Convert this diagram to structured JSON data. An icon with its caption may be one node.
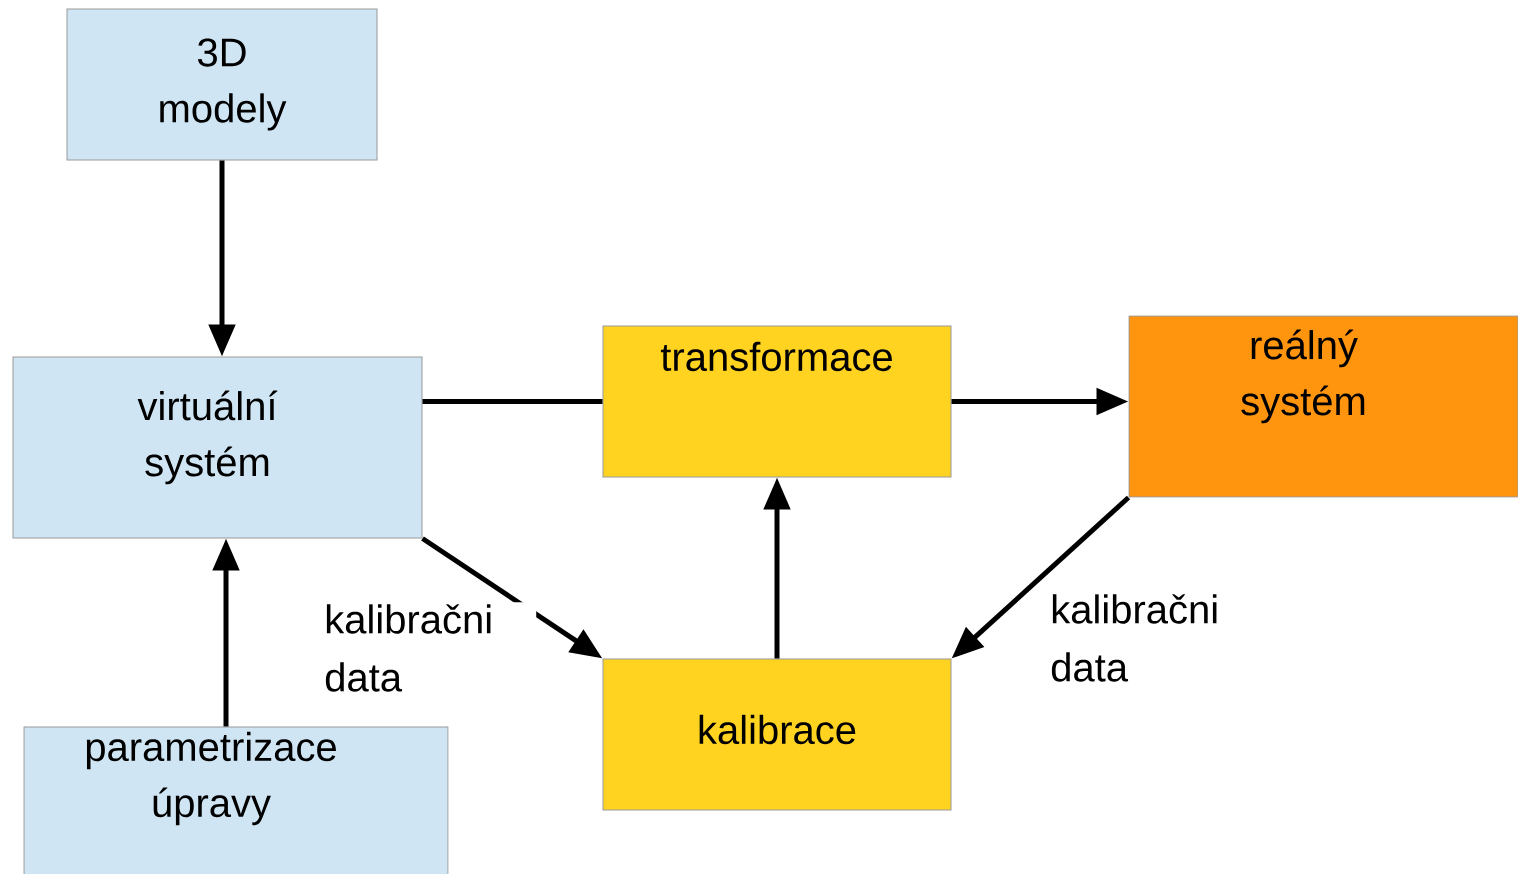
{
  "diagram": {
    "nodes": [
      {
        "text": [
          "3D modely"
        ]
      },
      {
        "text": [
          "virtuální systém"
        ]
      },
      {
        "text": [
          "transformace"
        ]
      },
      {
        "text": [
          "reálný systém"
        ]
      },
      {
        "text": [
          "kalibrace"
        ]
      },
      {
        "text": [
          "parametrizace úpravy"
        ]
      }
    ],
    "edges": [
      {
        "from": 0,
        "to": 1,
        "arrow": "to"
      },
      {
        "from": 1,
        "to": 2,
        "arrow": "none"
      },
      {
        "from": 2,
        "to": 3,
        "arrow": "to"
      },
      {
        "from": 1,
        "to": 4,
        "arrow": "to",
        "label": "kalibračni data"
      },
      {
        "from": 3,
        "to": 4,
        "arrow": "to",
        "label": "kalibračni data"
      },
      {
        "from": 4,
        "to": 2,
        "arrow": "to"
      },
      {
        "from": 5,
        "to": 1,
        "arrow": "to"
      }
    ]
  }
}
